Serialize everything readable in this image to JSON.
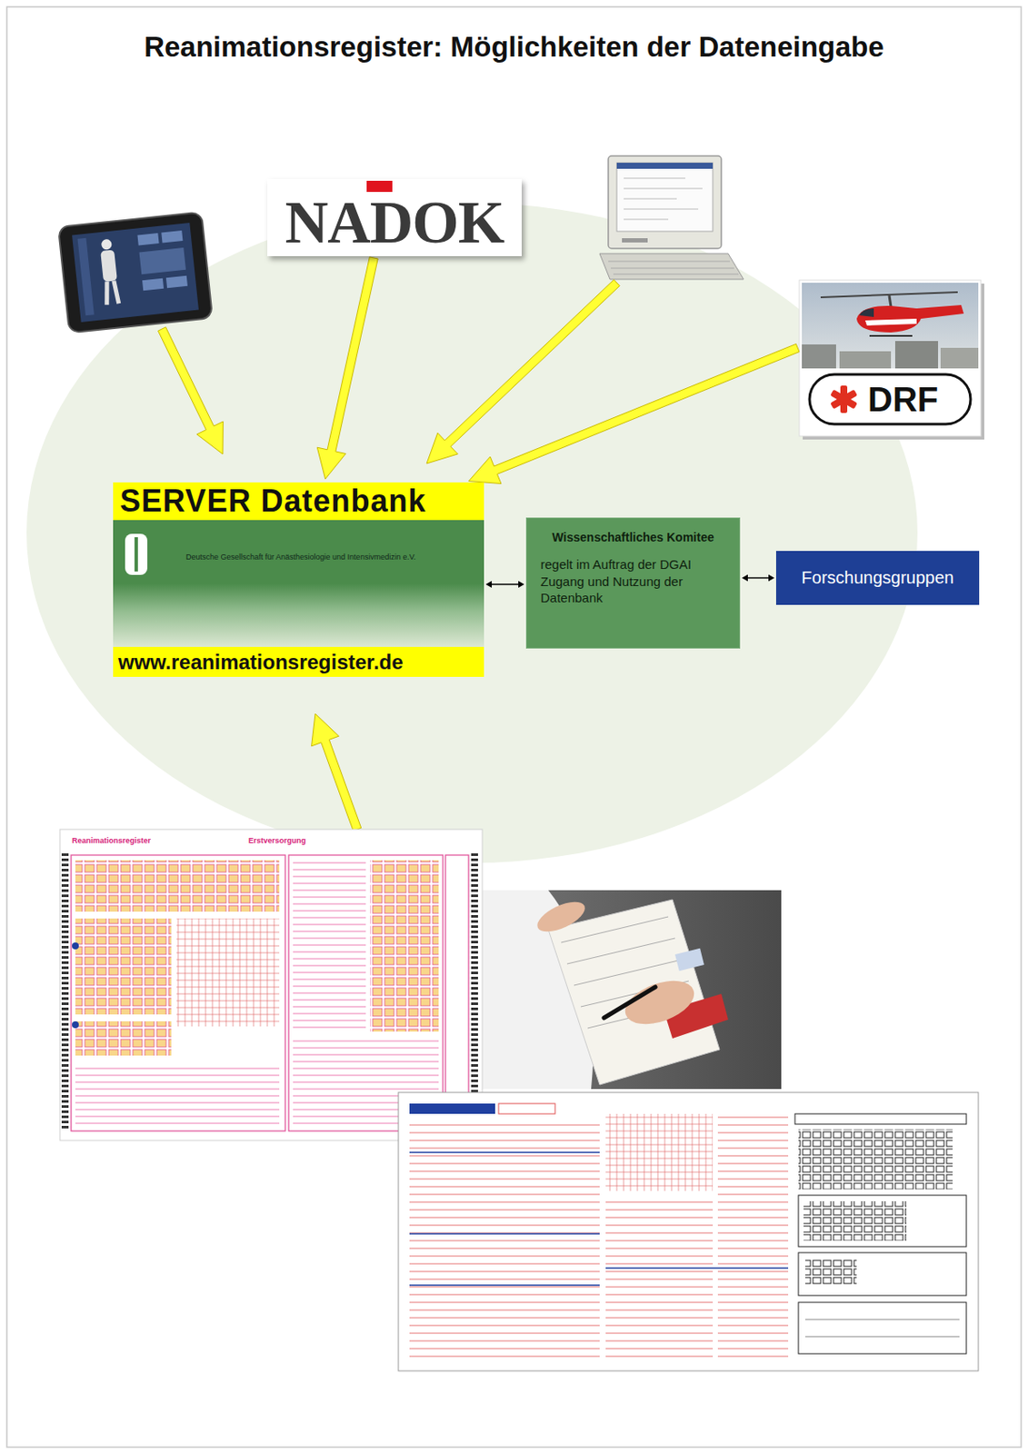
{
  "diagram": {
    "title": "Reanimationsregister: Möglichkeiten der Dateneingabe",
    "nodes": [
      {
        "text": [
          "NADOK"
        ]
      },
      {
        "text": [
          "DRF"
        ]
      },
      {
        "text": [
          "SERVER Datenbank",
          "Deutsche Gesellschaft für Anästhesiologie und Intensivmedizin e.V.",
          "www.reanimationsregister.de"
        ]
      },
      {
        "text": [
          "Wissenschaftliches Komitee",
          "regelt im Auftrag der DGAI Zugang und Nutzung der Datenbank"
        ]
      },
      {
        "text": [
          "Forschungsgruppen"
        ]
      }
    ],
    "edges": [
      {
        "from": 0,
        "to": 2,
        "arrow": "to"
      },
      {
        "from": 1,
        "to": 2,
        "arrow": "to"
      },
      {
        "from": 2,
        "to": 3,
        "arrow": "both"
      },
      {
        "from": 3,
        "to": 4,
        "arrow": "both"
      }
    ],
    "labels": [
      "Reanimationsregister",
      "Erstversorgung"
    ]
  }
}
